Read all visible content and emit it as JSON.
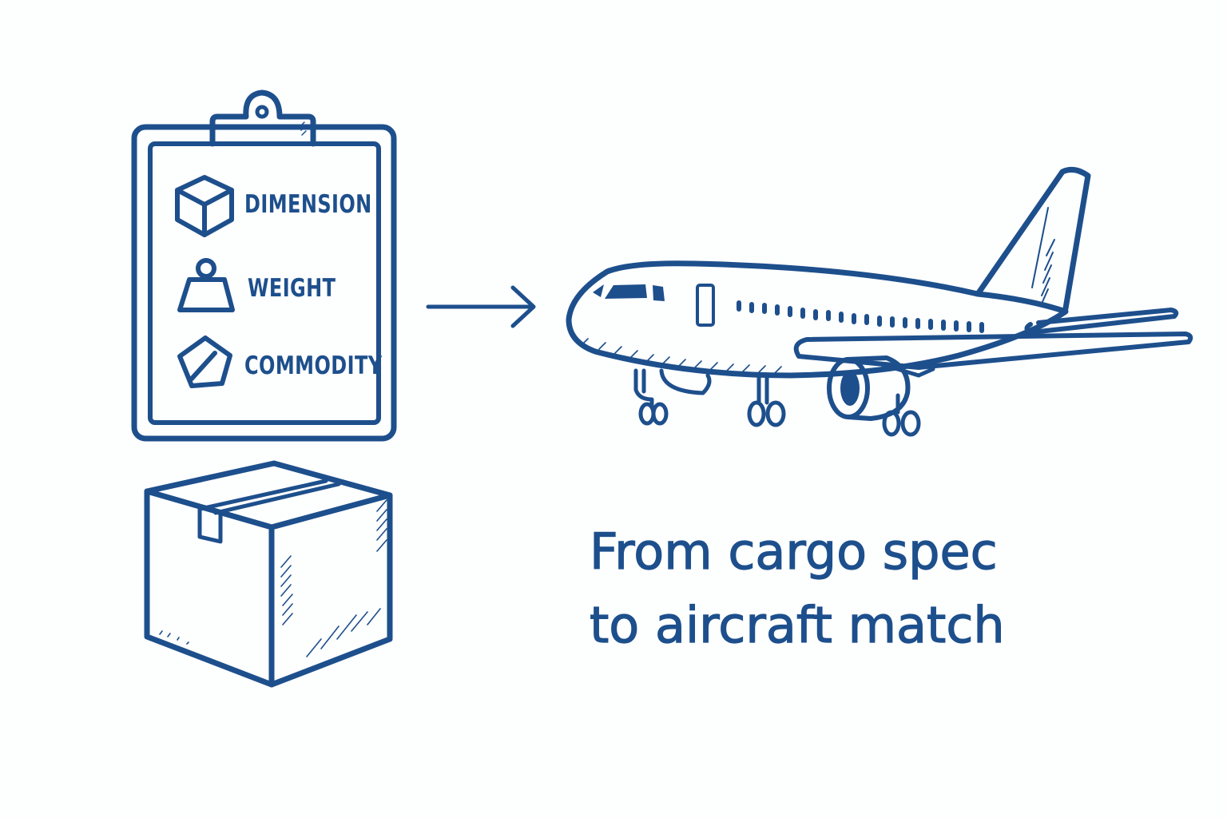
{
  "colors": {
    "ink": "#1d4f8c",
    "background": "#fdfefe"
  },
  "clipboard": {
    "items": [
      {
        "icon": "cube-icon",
        "label": "DIMENSION"
      },
      {
        "icon": "weight-icon",
        "label": "WEIGHT"
      },
      {
        "icon": "tag-pentagon-icon",
        "label": "COMMODITY"
      }
    ]
  },
  "flow": {
    "arrow": "arrow-right-icon"
  },
  "caption": {
    "line1": "From cargo spec",
    "line2": "to aircraft match"
  }
}
